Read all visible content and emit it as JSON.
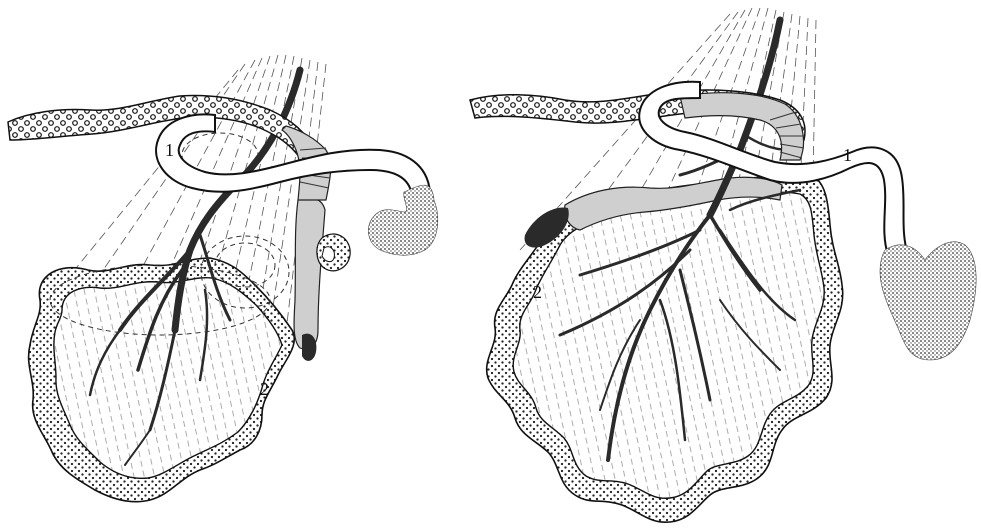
{
  "figures": [
    {
      "id": "left",
      "labels": [
        "1",
        "2"
      ]
    },
    {
      "id": "right",
      "labels": [
        "1",
        "2"
      ]
    }
  ]
}
